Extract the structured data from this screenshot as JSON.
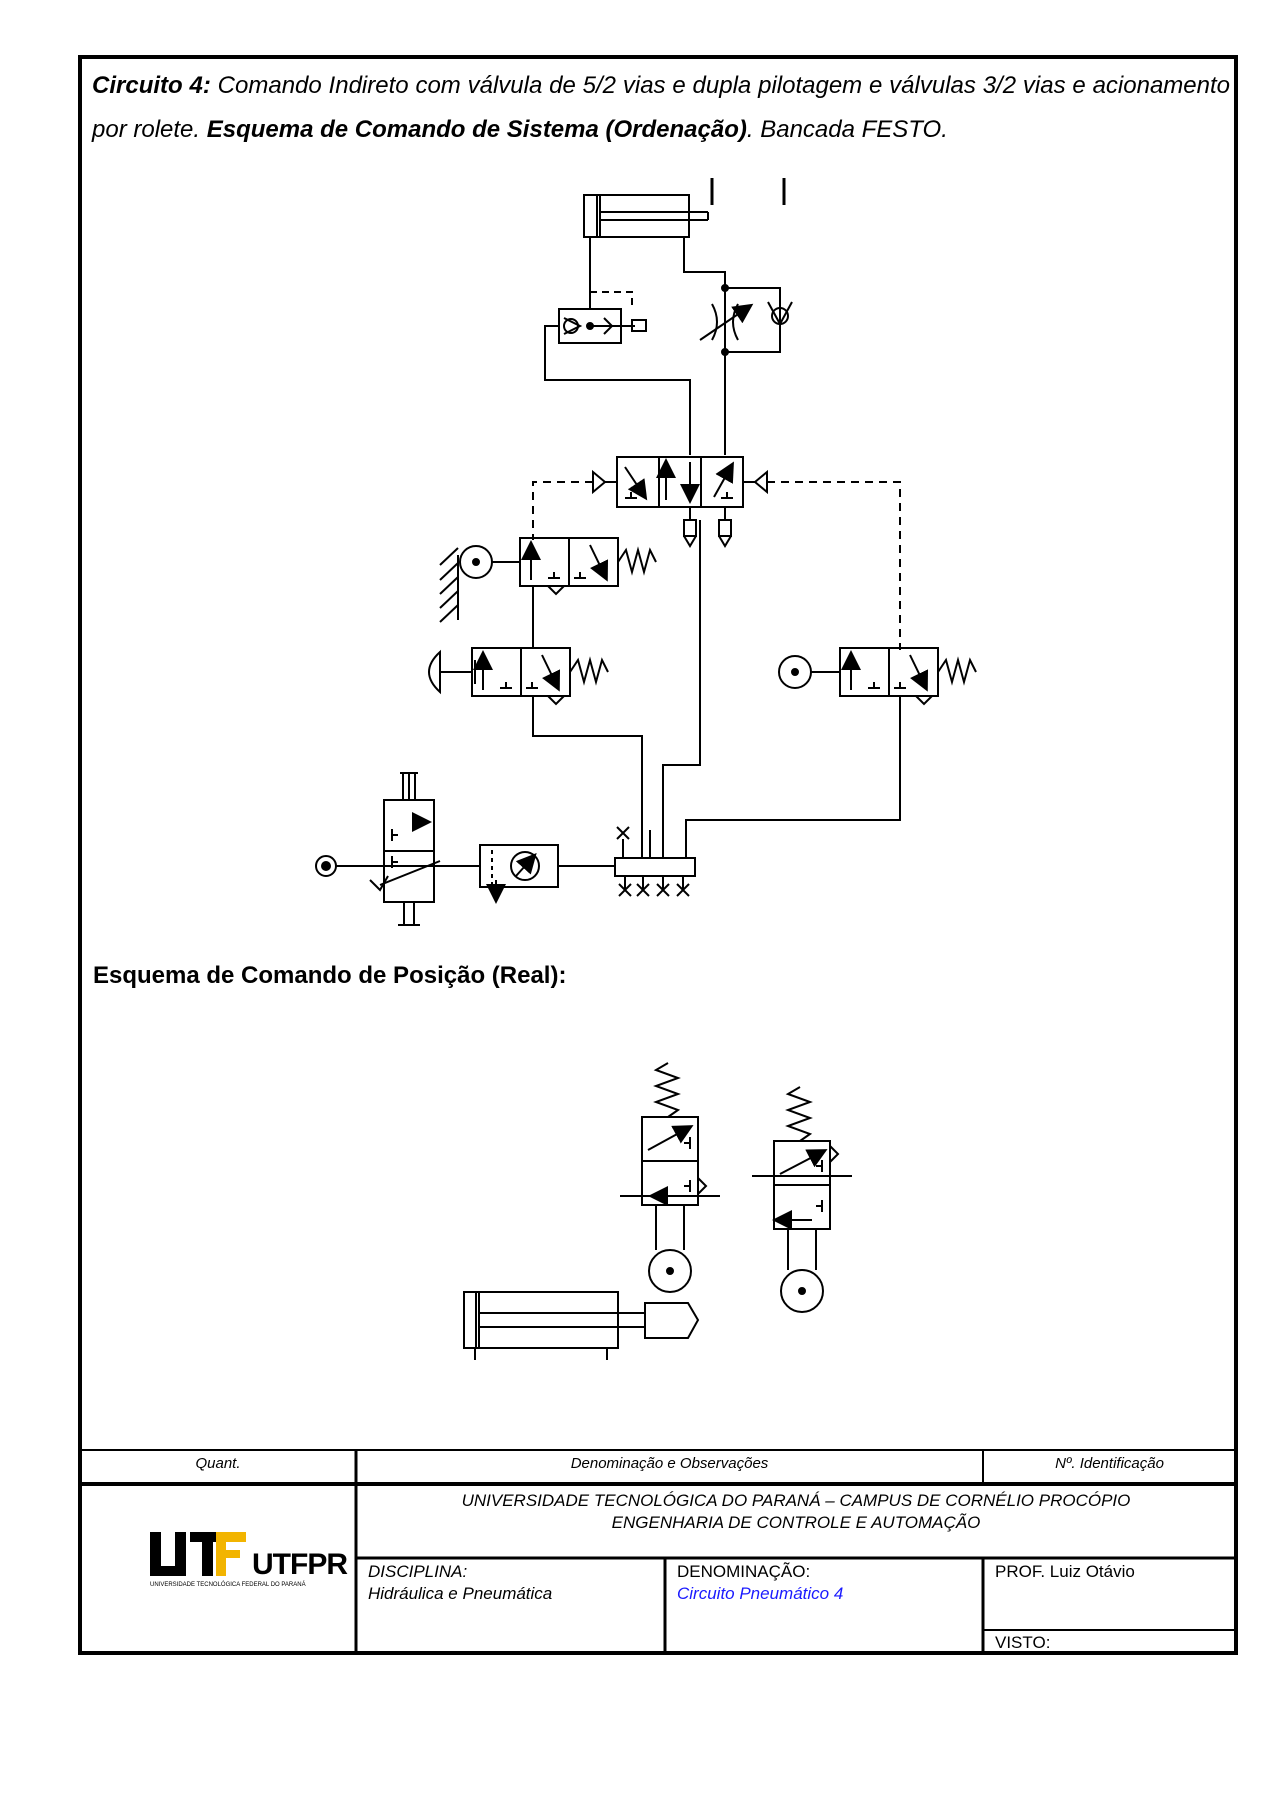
{
  "heading": {
    "circuit_label": "Circuito 4:",
    "text_1": " Comando Indireto com válvula de 5/2 vias e dupla pilotagem e válvulas 3/2 vias e acionamento por rolete. ",
    "scheme_label": "Esquema de Comando de Sistema (Ordenação)",
    "text_2": ". Bancada FESTO."
  },
  "position_scheme": {
    "title": "Esquema de Comando de Posição (Real):"
  },
  "title_block": {
    "col_quant": "Quant.",
    "col_denominacao": "Denominação e Observações",
    "col_identificacao": "Nº. Identificação",
    "institution_line_1": "UNIVERSIDADE TECNOLÓGICA DO PARANÁ – CAMPUS DE CORNÉLIO PROCÓPIO",
    "institution_line_2": "ENGENHARIA DE CONTROLE E AUTOMAÇÃO",
    "disciplina_label": "DISCIPLINA:",
    "disciplina_value": "Hidráulica e Pneumática",
    "denominacao_label": "DENOMINAÇÃO:",
    "denominacao_value": "Circuito Pneumático 4",
    "professor": "PROF. Luiz Otávio",
    "visto": "VISTO:",
    "logo_text": "UTFPR",
    "logo_subtitle": "UNIVERSIDADE TECNOLÓGICA FEDERAL DO PARANÁ"
  },
  "colors": {
    "line": "#000000",
    "denominacao_value": "#1a1aff",
    "logo_accent": "#f2b400"
  }
}
